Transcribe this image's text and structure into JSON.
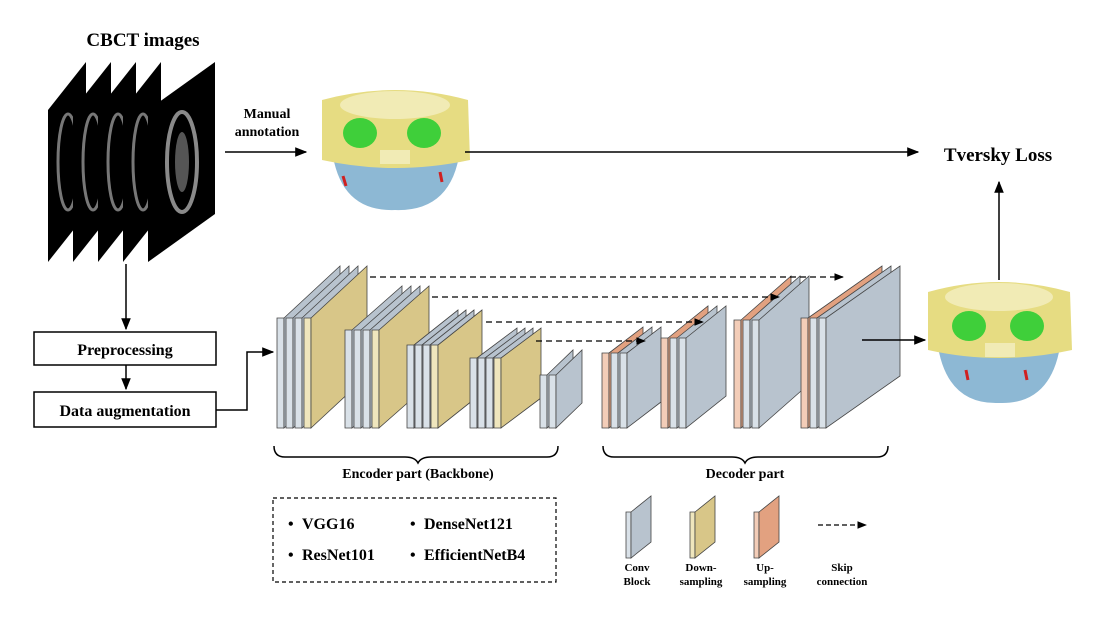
{
  "title": "CBCT images",
  "manual_annotation": [
    "Manual",
    "annotation"
  ],
  "loss": "Tversky Loss",
  "steps": {
    "preprocessing": "Preprocessing",
    "augmentation": "Data augmentation"
  },
  "encoder_label": "Encoder part (Backbone)",
  "decoder_label": "Decoder part",
  "backbones": [
    "VGG16",
    "DenseNet121",
    "ResNet101",
    "EfficientNetB4"
  ],
  "bullet": "•",
  "legend": {
    "conv": [
      "Conv",
      "Block"
    ],
    "down": [
      "Down-",
      "sampling"
    ],
    "up": [
      "Up-",
      "sampling"
    ],
    "skip": [
      "Skip",
      "connection"
    ]
  },
  "colors": {
    "conv_front": "#b8c3ce",
    "conv_side": "#d9e1e8",
    "down_front": "#d8c688",
    "down_side": "#efe6bd",
    "up_front": "#e2a180",
    "up_side": "#f3cdb8",
    "bone": "#e6dc82",
    "jaw": "#8db8d4",
    "sinus": "#3fcf3a"
  }
}
